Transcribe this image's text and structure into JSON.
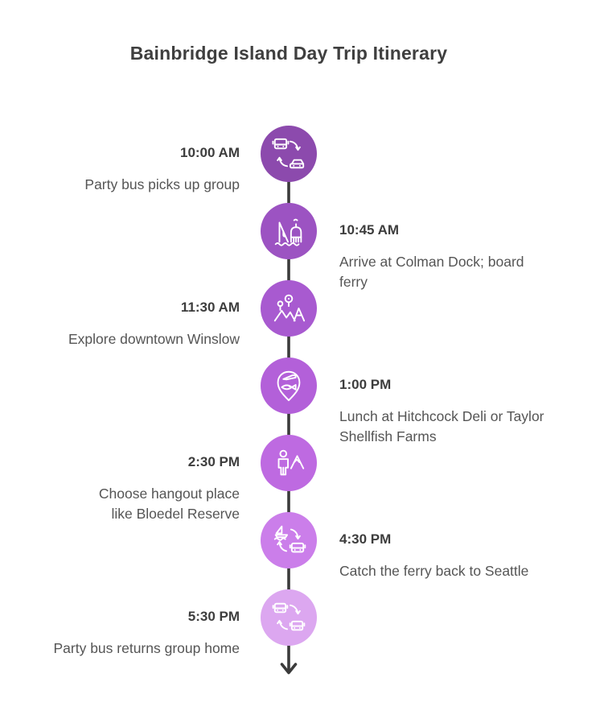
{
  "title": "Bainbridge Island Day Trip Itinerary",
  "timeline": {
    "line_color": "#3b3b3b",
    "direction": "top-to-bottom",
    "items": [
      {
        "time": "10:00 AM",
        "description": "Party bus picks up group",
        "side": "left",
        "icon": "bus-car-transfer-icon",
        "color": "#8C4AAD"
      },
      {
        "time": "10:45 AM",
        "description": "Arrive at Colman Dock; board\nferry",
        "side": "right",
        "icon": "dock-crane-icon",
        "color": "#9C53C2"
      },
      {
        "time": "11:30 AM",
        "description": "Explore downtown Winslow",
        "side": "left",
        "icon": "park-pins-icon",
        "color": "#A85AD0"
      },
      {
        "time": "1:00 PM",
        "description": "Lunch at Hitchcock Deli or Taylor\nShellfish Farms",
        "side": "right",
        "icon": "seafood-pin-icon",
        "color": "#B360D9"
      },
      {
        "time": "2:30 PM",
        "description": "Choose hangout place\nlike Bloedel Reserve",
        "side": "left",
        "icon": "person-mountain-icon",
        "color": "#BE6AE1"
      },
      {
        "time": "4:30 PM",
        "description": "Catch the ferry back to Seattle",
        "side": "right",
        "icon": "ferry-bus-transfer-icon",
        "color": "#CB7EEA"
      },
      {
        "time": "5:30 PM",
        "description": "Party bus returns group home",
        "side": "left",
        "icon": "bus-bus-transfer-icon",
        "color": "#DCA7F0"
      }
    ]
  }
}
